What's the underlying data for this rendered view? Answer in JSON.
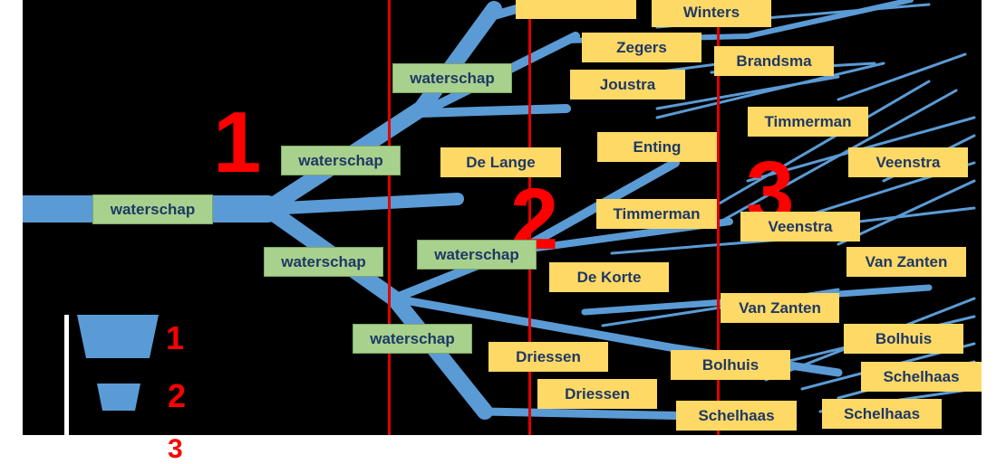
{
  "zones": [
    "1",
    "2",
    "3"
  ],
  "labels": {
    "waterschap_main": "waterschap",
    "waterschap_a": "waterschap",
    "waterschap_b": "waterschap",
    "waterschap_c": "waterschap",
    "waterschap_d": "waterschap",
    "waterschap_e": "waterschap",
    "winters": "Winters",
    "zegers": "Zegers",
    "brandsma": "Brandsma",
    "joustra": "Joustra",
    "timmerman_1": "Timmerman",
    "enting": "Enting",
    "de_lange": "De Lange",
    "veenstra_1": "Veenstra",
    "timmerman_2": "Timmerman",
    "veenstra_2": "Veenstra",
    "van_zanten_1": "Van Zanten",
    "de_korte": "De Korte",
    "van_zanten_2": "Van Zanten",
    "bolhuis_1": "Bolhuis",
    "driessen_1": "Driessen",
    "bolhuis_2": "Bolhuis",
    "schelhaas_1": "Schelhaas",
    "driessen_2": "Driessen",
    "schelhaas_2": "Schelhaas",
    "schelhaas_3": "Schelhaas"
  },
  "legend": {
    "items": [
      "1",
      "2",
      "3"
    ]
  },
  "colors": {
    "river": "#5b9bd5",
    "owner_box": "#ffd966",
    "waterschap_box": "#a9d18e",
    "zone_text": "#ff0000",
    "background": "#000000"
  }
}
